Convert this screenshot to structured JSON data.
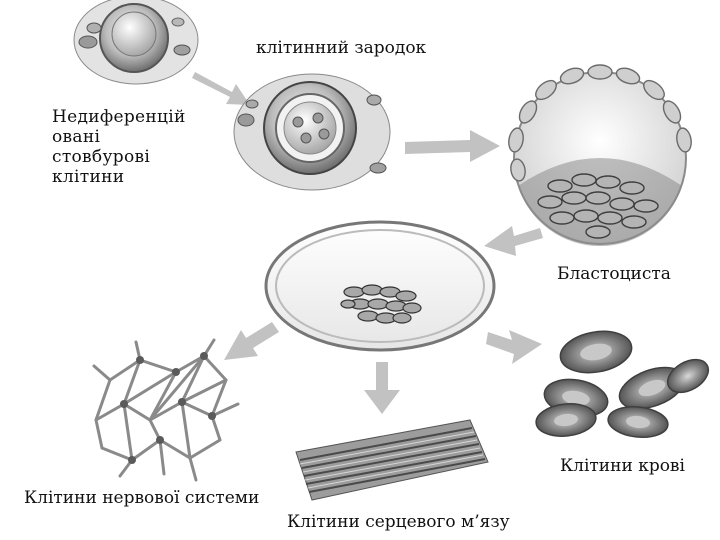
{
  "labels": {
    "embryo": "клітинний зародок",
    "undifferentiated": "Недиференцій\nовані\nстовбурові\nклітини",
    "blastocyst": "Бластоциста",
    "blood_cells": "Клітини крові",
    "nerve_cells": "Клітини нервової системи",
    "heart_muscle_cells": "Клітини серцевого м’язу"
  },
  "colors": {
    "arrow": "#c2c2c2",
    "cell_dark": "#6f6f6f",
    "cell_light": "#dcdcdc"
  }
}
